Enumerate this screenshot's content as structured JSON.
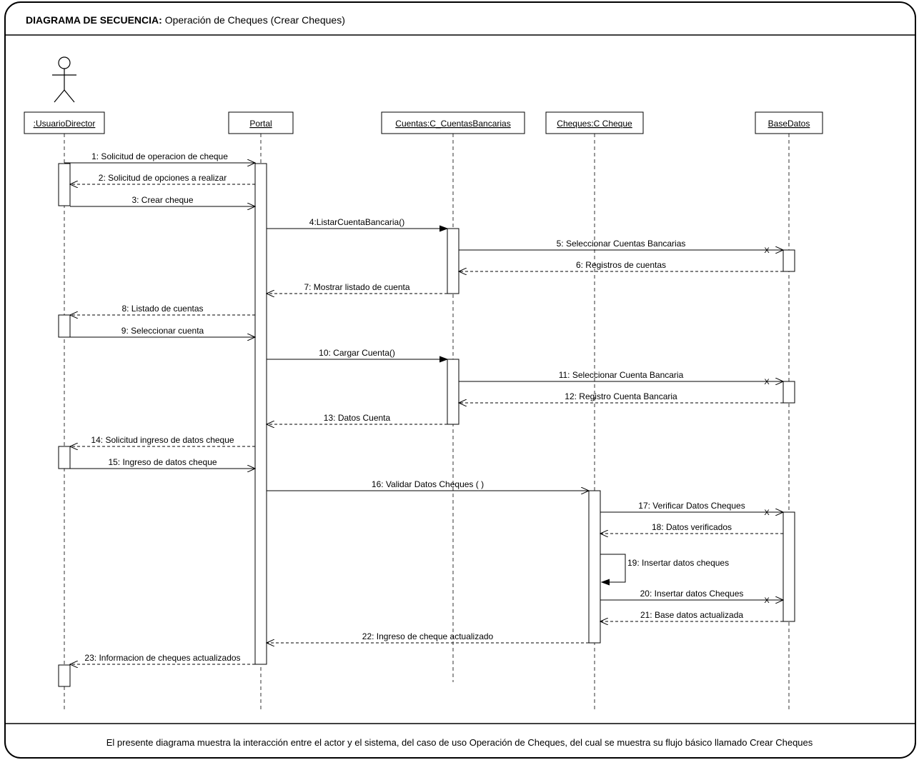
{
  "header": {
    "label": "DIAGRAMA DE SECUENCIA:",
    "title": "Operación de Cheques (Crear Cheques)"
  },
  "lifelines": [
    {
      "id": "actor",
      "name": ":UsuarioDirector",
      "is_actor": true
    },
    {
      "id": "portal",
      "name": "Portal"
    },
    {
      "id": "cuentas",
      "name": "Cuentas:C_CuentasBancarias"
    },
    {
      "id": "cheques",
      "name": "Cheques:C Cheque"
    },
    {
      "id": "bd",
      "name": "BaseDatos"
    }
  ],
  "messages": [
    {
      "n": 1,
      "label": "1: Solicitud de operacion de cheque",
      "from": "actor",
      "to": "portal",
      "kind": "sync"
    },
    {
      "n": 2,
      "label": "2: Solicitud de opciones a realizar",
      "from": "portal",
      "to": "actor",
      "kind": "return"
    },
    {
      "n": 3,
      "label": "3: Crear cheque",
      "from": "actor",
      "to": "portal",
      "kind": "sync"
    },
    {
      "n": 4,
      "label": "4:ListarCuentaBancaria()",
      "from": "portal",
      "to": "cuentas",
      "kind": "call"
    },
    {
      "n": 5,
      "label": "5: Seleccionar Cuentas Bancarias",
      "from": "cuentas",
      "to": "bd",
      "kind": "sync",
      "destroy": true
    },
    {
      "n": 6,
      "label": "6: Registros de cuentas",
      "from": "bd",
      "to": "cuentas",
      "kind": "return"
    },
    {
      "n": 7,
      "label": "7: Mostrar listado de cuenta",
      "from": "cuentas",
      "to": "portal",
      "kind": "return"
    },
    {
      "n": 8,
      "label": "8: Listado de cuentas",
      "from": "portal",
      "to": "actor",
      "kind": "return"
    },
    {
      "n": 9,
      "label": "9: Seleccionar cuenta",
      "from": "actor",
      "to": "portal",
      "kind": "sync"
    },
    {
      "n": 10,
      "label": "10: Cargar Cuenta()",
      "from": "portal",
      "to": "cuentas",
      "kind": "call"
    },
    {
      "n": 11,
      "label": "11: Seleccionar Cuenta Bancaria",
      "from": "cuentas",
      "to": "bd",
      "kind": "sync",
      "destroy": true
    },
    {
      "n": 12,
      "label": "12: Registro Cuenta Bancaria",
      "from": "bd",
      "to": "cuentas",
      "kind": "return"
    },
    {
      "n": 13,
      "label": "13: Datos Cuenta",
      "from": "cuentas",
      "to": "portal",
      "kind": "return"
    },
    {
      "n": 14,
      "label": "14: Solicitud ingreso de datos cheque",
      "from": "portal",
      "to": "actor",
      "kind": "return"
    },
    {
      "n": 15,
      "label": "15: Ingreso de datos cheque",
      "from": "actor",
      "to": "portal",
      "kind": "sync"
    },
    {
      "n": 16,
      "label": "16: Validar Datos Cheques ( )",
      "from": "portal",
      "to": "cheques",
      "kind": "sync"
    },
    {
      "n": 17,
      "label": "17: Verificar Datos Cheques",
      "from": "cheques",
      "to": "bd",
      "kind": "sync",
      "destroy": true
    },
    {
      "n": 18,
      "label": "18: Datos verificados",
      "from": "bd",
      "to": "cheques",
      "kind": "return"
    },
    {
      "n": 19,
      "label": "19: Insertar datos cheques",
      "from": "cheques",
      "to": "cheques",
      "kind": "self"
    },
    {
      "n": 20,
      "label": "20: Insertar datos Cheques",
      "from": "cheques",
      "to": "bd",
      "kind": "sync",
      "destroy": true
    },
    {
      "n": 21,
      "label": "21: Base datos actualizada",
      "from": "bd",
      "to": "cheques",
      "kind": "return"
    },
    {
      "n": 22,
      "label": "22: Ingreso de cheque actualizado",
      "from": "cheques",
      "to": "portal",
      "kind": "return"
    },
    {
      "n": 23,
      "label": "23: Informacion de cheques actualizados",
      "from": "portal",
      "to": "actor",
      "kind": "return"
    }
  ],
  "destroy_mark": "X",
  "footer": "El presente diagrama muestra la interacción entre el actor y el sistema, del caso de uso Operación de Cheques, del cual se muestra su flujo básico llamado Crear Cheques"
}
